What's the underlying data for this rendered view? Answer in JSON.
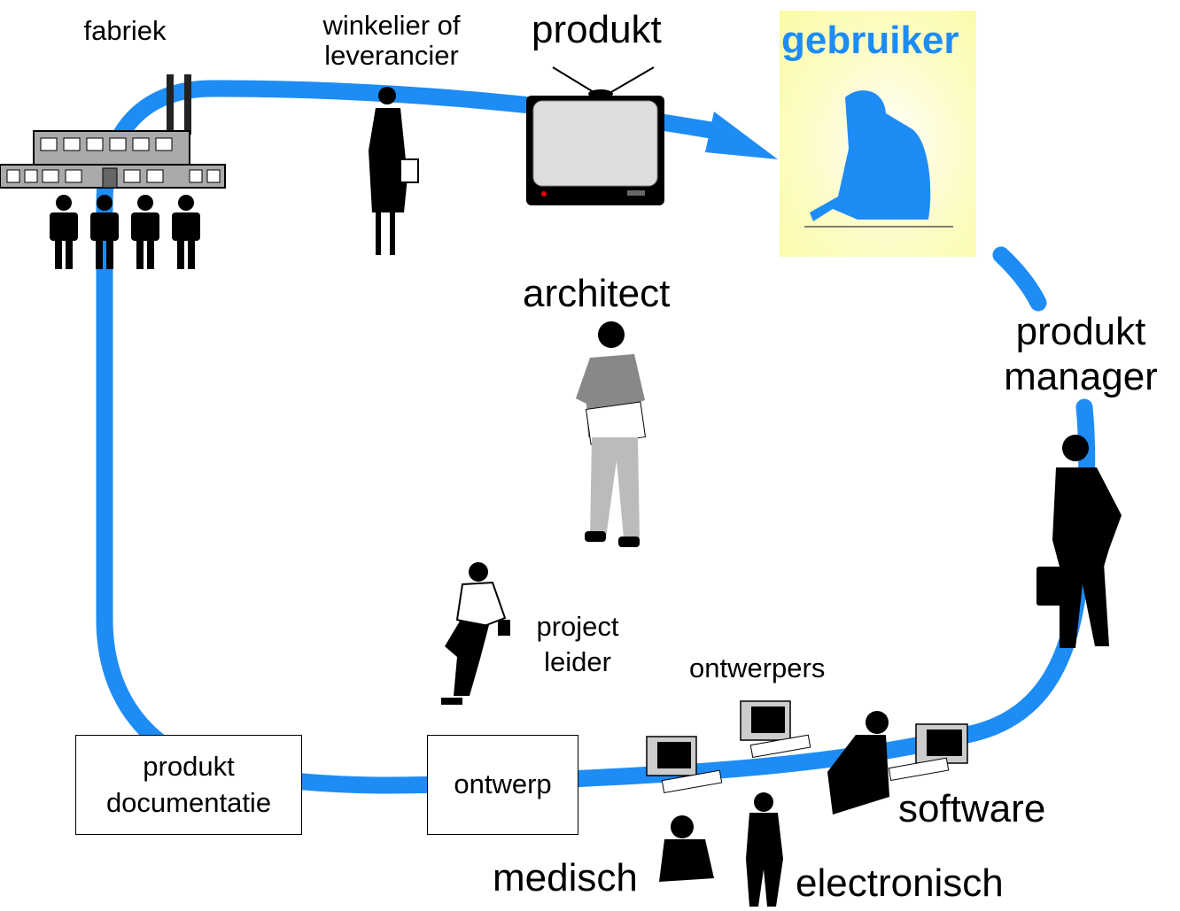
{
  "labels": {
    "fabriek": "fabriek",
    "winkelier": [
      "winkelier of",
      "leverancier"
    ],
    "produkt": "produkt",
    "gebruiker": "gebruiker",
    "architect": "architect",
    "produkt_manager": [
      "produkt",
      "manager"
    ],
    "project_leider": [
      "project",
      "leider"
    ],
    "ontwerpers": "ontwerpers",
    "software": "software",
    "medisch": "medisch",
    "electronisch": "electronisch"
  },
  "boxes": {
    "produkt_documentatie": [
      "produkt",
      "documentatie"
    ],
    "ontwerp": "ontwerp"
  },
  "icons": [
    "factory-icon",
    "worker-icon",
    "shopkeeper-icon",
    "tv-icon",
    "user-icon",
    "architect-icon",
    "manager-icon",
    "project-leader-icon",
    "computer-icon",
    "designer-icon"
  ],
  "colors": {
    "flow": "#1e8cf5",
    "highlight_text": "#1e8cf5",
    "highlight_bg": "#fcfba6"
  }
}
